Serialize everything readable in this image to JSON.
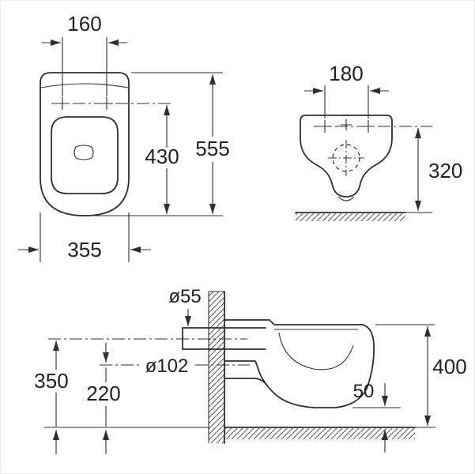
{
  "colors": {
    "line": "#2f2f2f",
    "text": "#222222",
    "background": "#ffffff"
  },
  "plan_view": {
    "dim_hole_spacing": "160",
    "dim_total_depth": "555",
    "dim_holes_to_front": "430",
    "dim_width": "355"
  },
  "front_view": {
    "dim_hole_spacing": "180",
    "dim_height": "320"
  },
  "side_view": {
    "dim_inlet_diameter": "ø55",
    "dim_outlet_diameter": "ø102",
    "dim_inlet_axis_height": "350",
    "dim_outlet_axis_height": "220",
    "dim_total_height": "400",
    "dim_floor_clearance": "50"
  }
}
